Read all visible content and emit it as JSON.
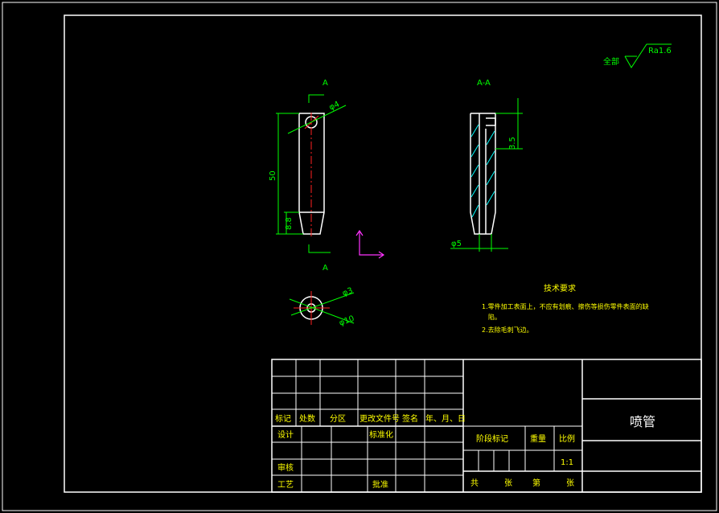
{
  "surface_finish": {
    "prefix": "全部",
    "value": "Ra1.6"
  },
  "views": {
    "front_label_top": "A",
    "front_label_bottom": "A",
    "section_label": "A-A"
  },
  "dimensions": {
    "hole_dia": "φ4",
    "length": "50",
    "taper_len": "8.8",
    "slot_height": "3.5",
    "tip_dia": "φ5",
    "bore_dia": "φ3",
    "outer_dia": "φ10"
  },
  "tech_requirements": {
    "title": "技术要求",
    "item1_line1": "1.零件加工表面上，不应有划痕、擦伤等损伤零件表面的缺",
    "item1_line2": "陷。",
    "item2": "2.去除毛刺飞边。"
  },
  "title_block": {
    "part_name": "喷管",
    "row_labels": {
      "mark": "标记",
      "count": "处数",
      "zone": "分区",
      "change_doc": "更改文件号",
      "sign": "签名",
      "date": "年、月、日",
      "design": "设计",
      "standard": "标准化",
      "review": "审核",
      "process": "工艺",
      "approve": "批准"
    },
    "stage_mark": "阶段标记",
    "weight": "重量",
    "scale": "比例",
    "scale_value": "1:1",
    "sheets_total": "共",
    "sheets_unit": "张",
    "sheet_no": "第",
    "sheet_unit2": "张"
  },
  "colors": {
    "background": "#000000",
    "outline": "#ffffff",
    "dimension": "#00ff00",
    "centerline": "#ff2020",
    "text": "#ffff00",
    "axis": "#ff33ff"
  }
}
